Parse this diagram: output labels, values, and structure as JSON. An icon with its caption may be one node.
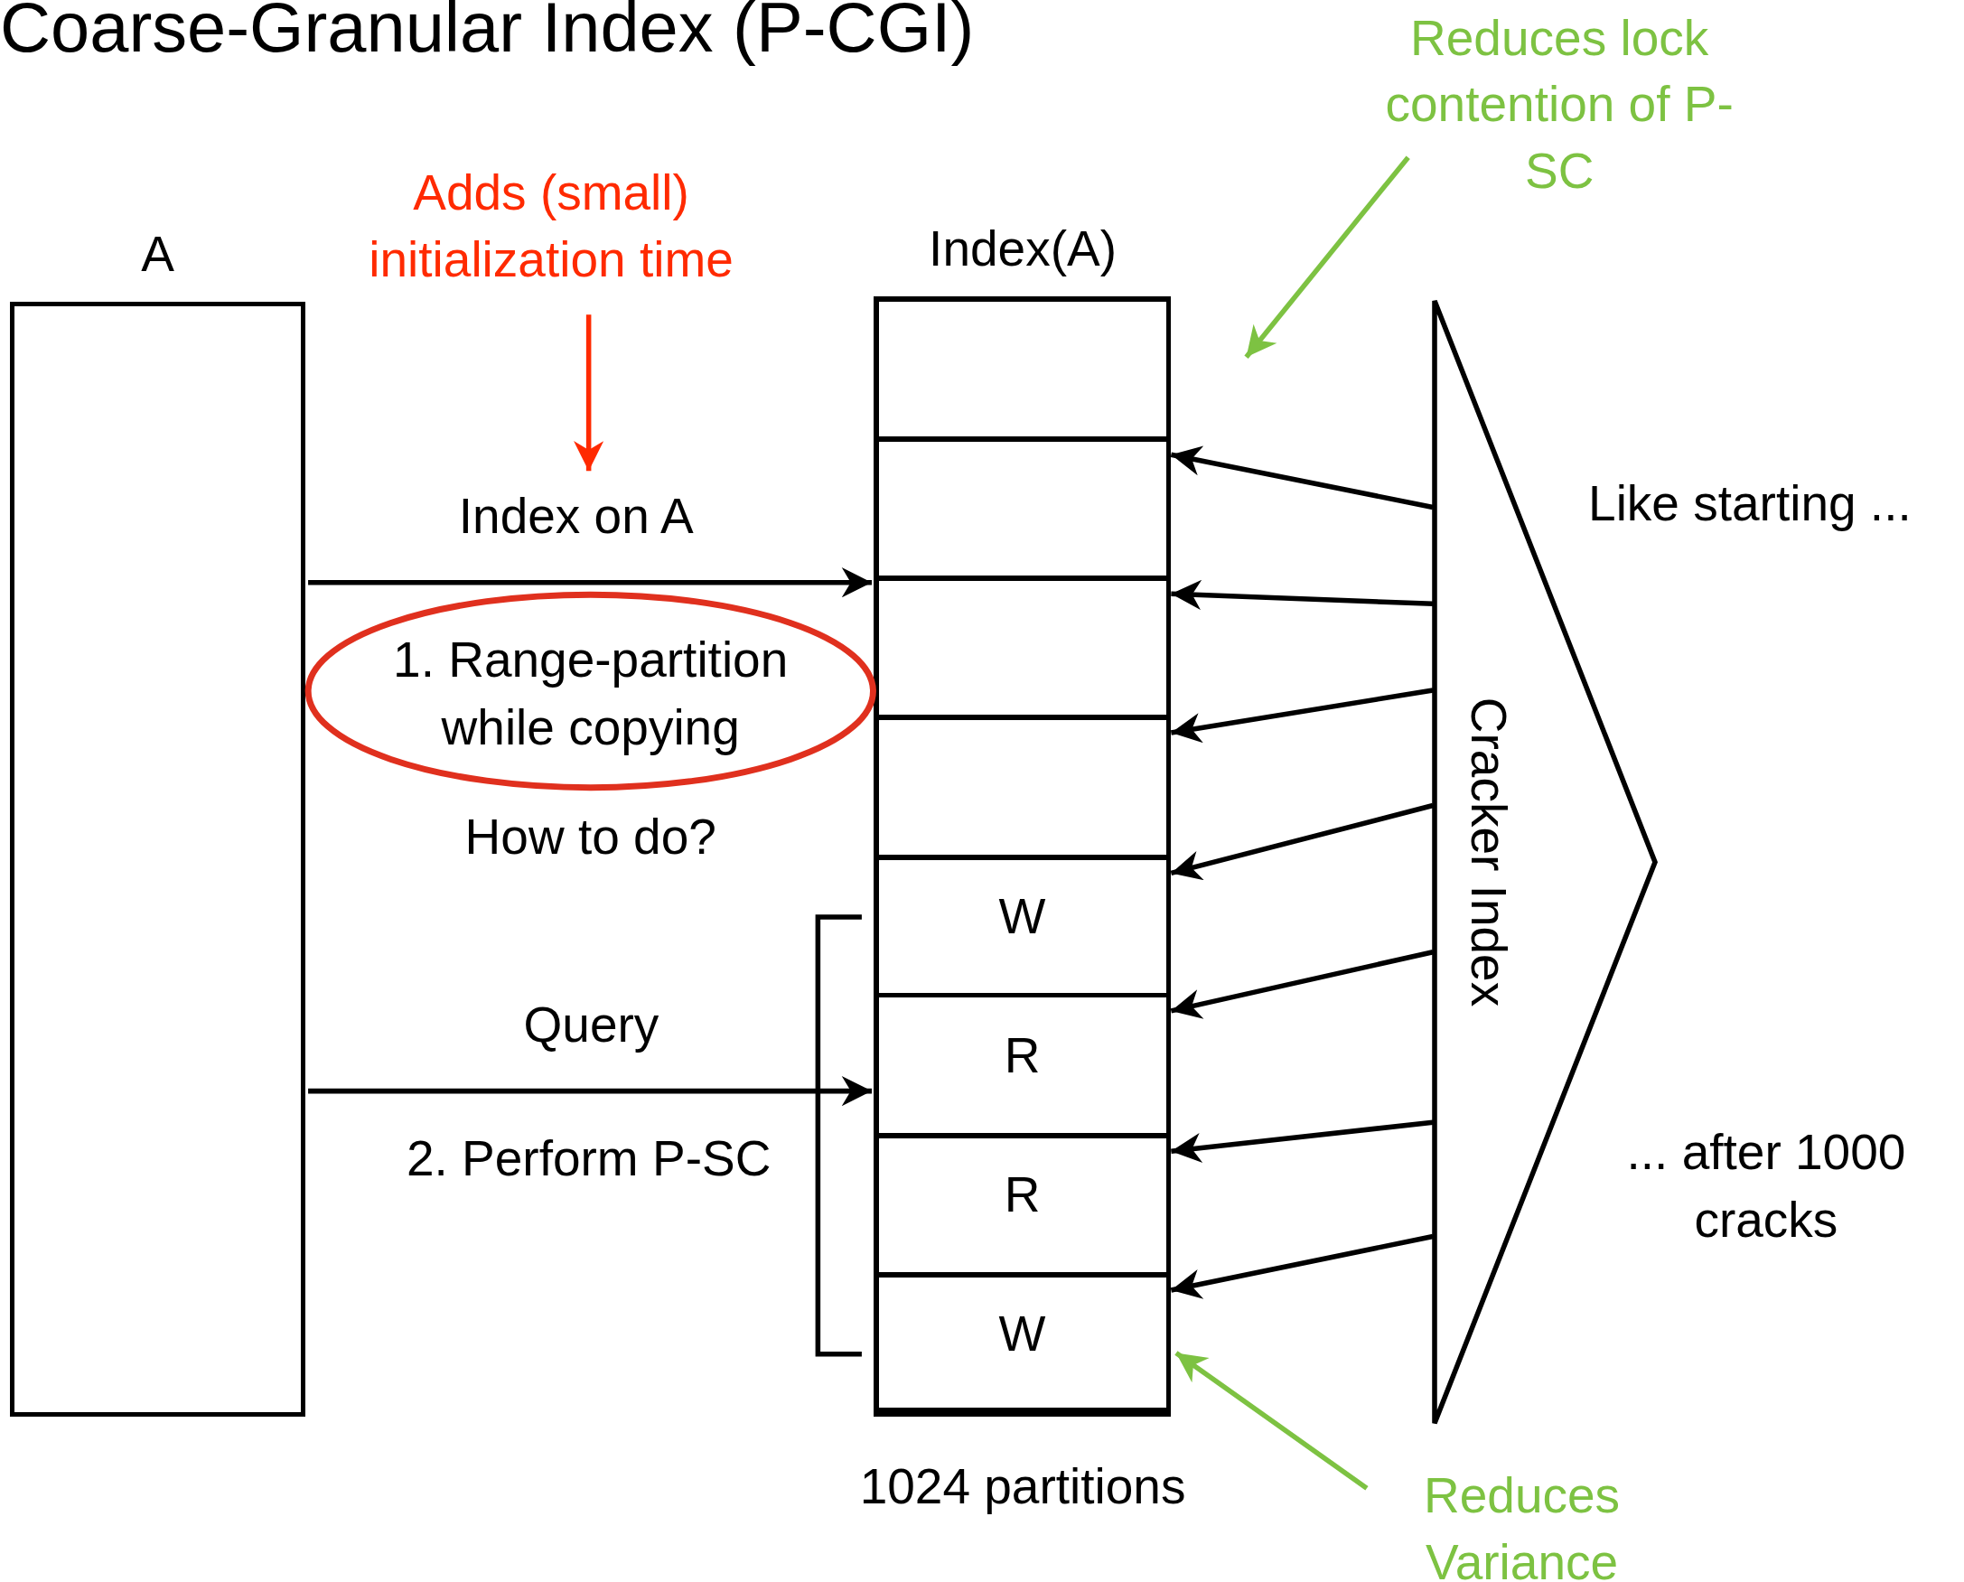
{
  "diagram": {
    "title": "Coarse-Granular Index (P-CGI)",
    "nodes": [
      {
        "text": [
          "A"
        ]
      },
      {
        "text": [
          "Index(A)"
        ],
        "beside": [
          "1024 partitions"
        ]
      },
      {
        "text": [],
        "shape": "box",
        "in": 1
      },
      {
        "text": [],
        "shape": "box",
        "in": 1
      },
      {
        "text": [],
        "shape": "box",
        "in": 1
      },
      {
        "text": [],
        "shape": "box",
        "in": 1
      },
      {
        "text": [
          "W"
        ],
        "in": 1
      },
      {
        "text": [
          "R"
        ],
        "in": 1
      },
      {
        "text": [
          "R"
        ],
        "in": 1
      },
      {
        "text": [
          "W"
        ],
        "in": 1
      },
      {
        "text": [
          "Cracker Index"
        ]
      },
      {
        "text": [
          "Adds (small) initialization time"
        ]
      },
      {
        "text": [
          "1. Range-partition while copying"
        ],
        "beside": [
          "How to do?"
        ]
      },
      {
        "text": [
          "Reduces lock contention of P-SC"
        ]
      },
      {
        "text": [
          "Reduces Variance"
        ]
      }
    ],
    "edges": [
      {
        "from": 0,
        "to": 1,
        "arrow": "to",
        "label": "Index on A"
      },
      {
        "from": 0,
        "to": 1,
        "arrow": "to",
        "label": "Query"
      },
      {
        "from": 10,
        "to": 3,
        "arrow": "to"
      },
      {
        "from": 10,
        "to": 4,
        "arrow": "to"
      },
      {
        "from": 10,
        "to": 5,
        "arrow": "to"
      },
      {
        "from": 10,
        "to": 6,
        "arrow": "to"
      },
      {
        "from": 10,
        "to": 7,
        "arrow": "to"
      },
      {
        "from": 10,
        "to": 8,
        "arrow": "to"
      },
      {
        "from": 10,
        "to": 9,
        "arrow": "to"
      },
      {
        "from": 11,
        "to": null,
        "arrow": "to",
        "color": "#ff2a00"
      },
      {
        "from": 13,
        "to": null,
        "arrow": "to",
        "color": "#7dc242"
      },
      {
        "from": 14,
        "to": 1,
        "arrow": "to",
        "color": "#7dc242"
      }
    ],
    "labels": [
      "2. Perform P-SC",
      "Like starting ...",
      "... after 1000 cracks"
    ]
  }
}
